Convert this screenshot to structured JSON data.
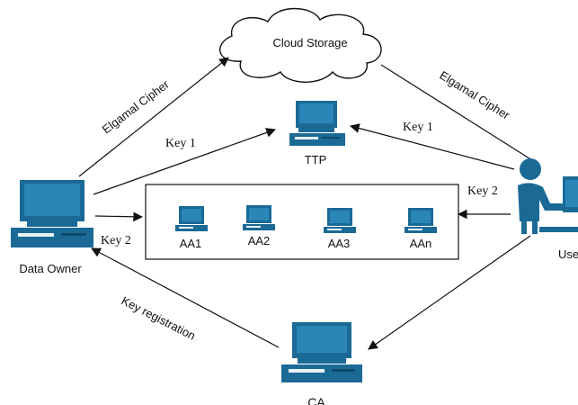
{
  "colors": {
    "device": "#1b6a96",
    "device_dark": "#0f4a6d",
    "screen": "#2b86b8",
    "stroke": "#111111",
    "background": "#ffffff"
  },
  "nodes": {
    "cloud": "Cloud Storage",
    "ttp": "TTP",
    "data_owner": "Data Owner",
    "user": "User",
    "ca": "CA",
    "aa": [
      "AA1",
      "AA2",
      "AA3",
      "AAn"
    ]
  },
  "edges": {
    "owner_cloud": "Elgamal Cipher",
    "user_cloud": "Elgamal Cipher",
    "owner_ttp": "Key 1",
    "user_ttp": "Key 1",
    "owner_aa": "Key 2",
    "user_aa": "Key 2",
    "ca_owner": "Key registration"
  },
  "icons": {
    "desktop": "desktop-computer-icon",
    "laptop": "laptop-icon",
    "user": "person-at-desk-icon",
    "cloud": "cloud-icon"
  }
}
